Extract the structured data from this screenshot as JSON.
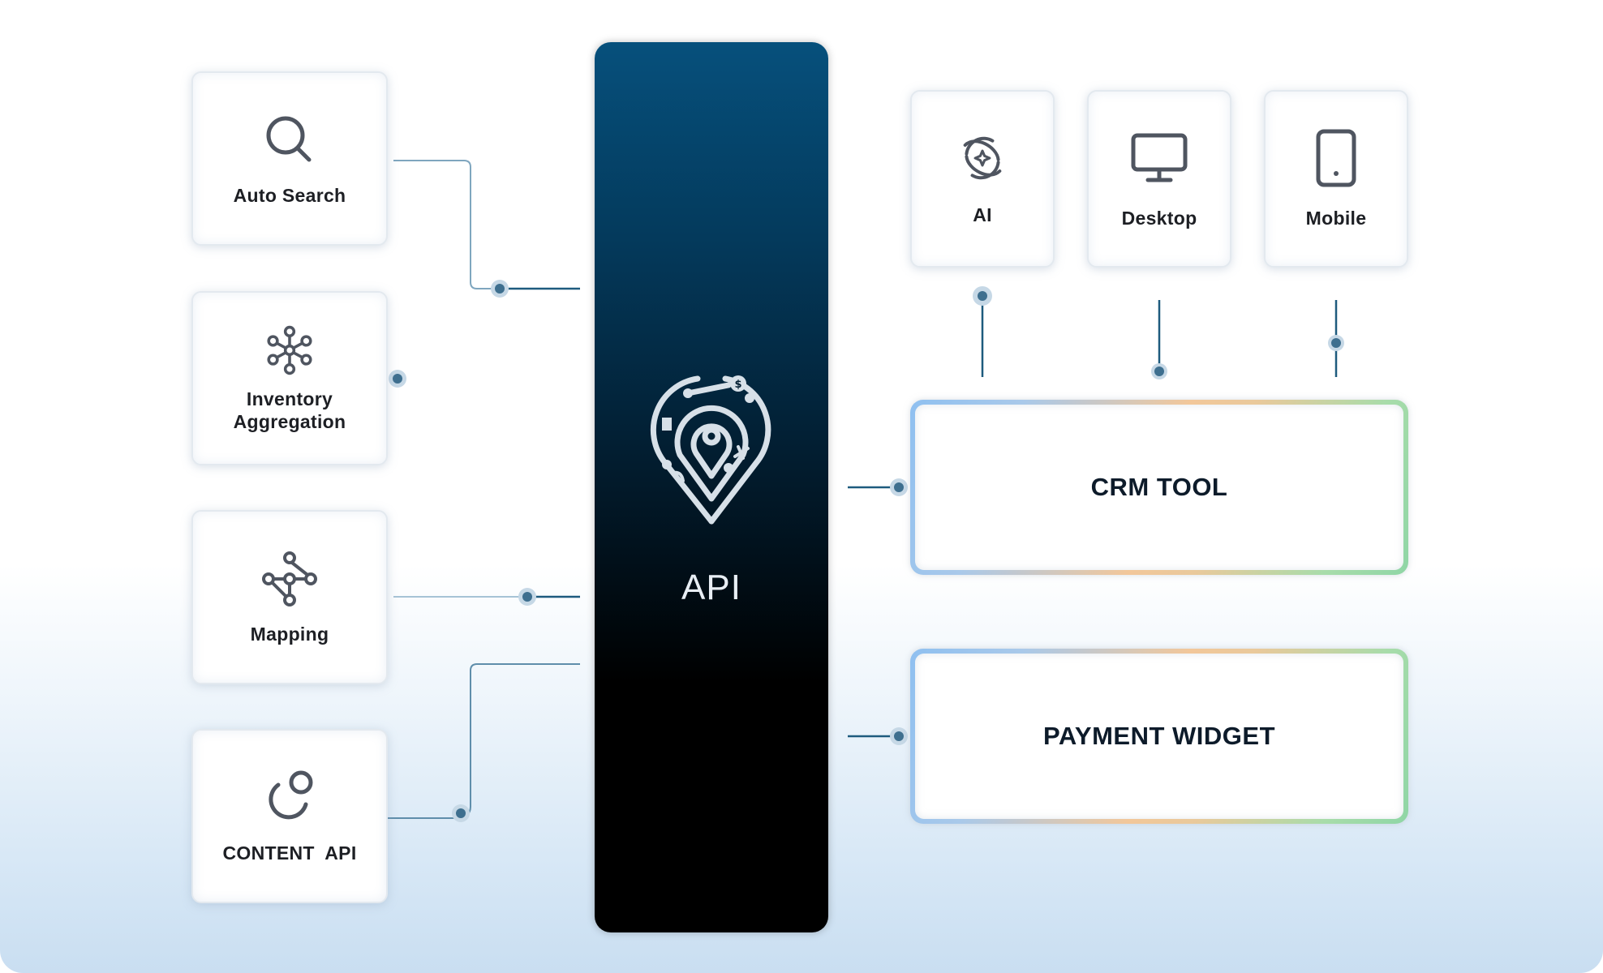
{
  "left_cards": [
    {
      "label": "Auto Search",
      "icon": "search-icon"
    },
    {
      "label": "Inventory Aggregation",
      "icon": "network-hub-icon"
    },
    {
      "label": "Mapping",
      "icon": "node-graph-icon"
    },
    {
      "label": "CONTENT  API",
      "icon": "content-circles-icon"
    }
  ],
  "center": {
    "label": "API",
    "logo": "location-pin-logo",
    "gradient_top": "#06507c",
    "gradient_bottom": "#000000"
  },
  "top_cards": [
    {
      "label": "AI",
      "icon": "ai-orbit-icon"
    },
    {
      "label": "Desktop",
      "icon": "desktop-monitor-icon"
    },
    {
      "label": "Mobile",
      "icon": "mobile-phone-icon"
    }
  ],
  "targets": [
    {
      "label": "CRM TOOL"
    },
    {
      "label": "PAYMENT WIDGET"
    }
  ],
  "colors": {
    "connector_line": "#1e5b7e",
    "connector_dot": "#3e6f8f",
    "connector_halo": "#c6d8e6",
    "icon_stroke": "#4f5560"
  }
}
